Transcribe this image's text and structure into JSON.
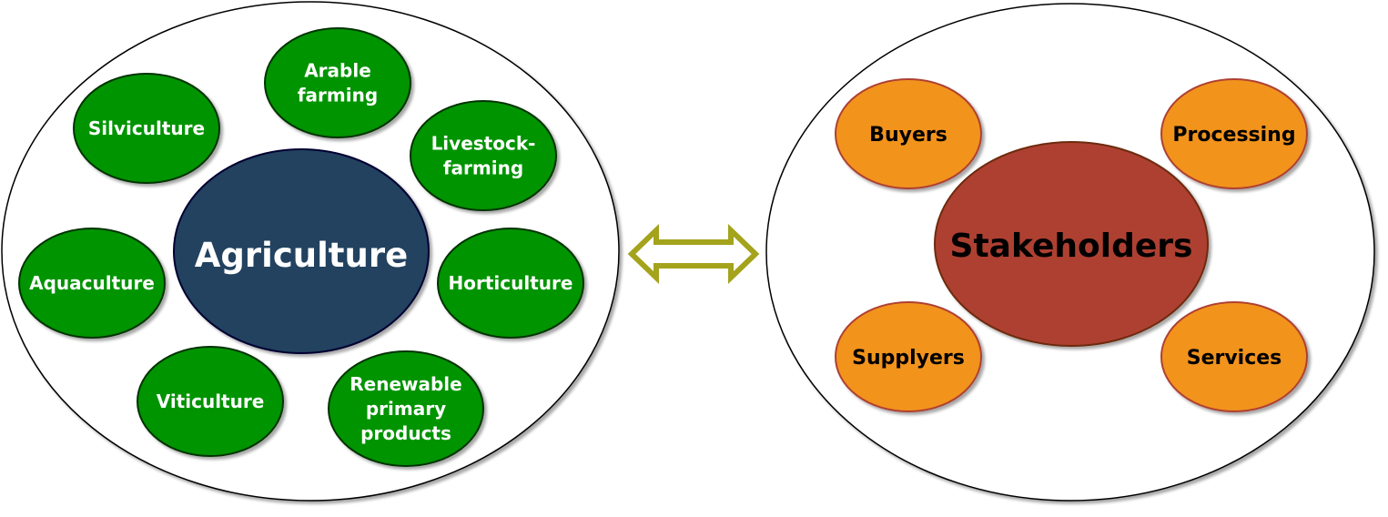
{
  "agriculture": {
    "center_label": "Agriculture",
    "sectors": [
      {
        "lines": [
          "Arable",
          "farming"
        ]
      },
      {
        "lines": [
          "Silviculture"
        ]
      },
      {
        "lines": [
          "Livestock-",
          "farming"
        ]
      },
      {
        "lines": [
          "Aquaculture"
        ]
      },
      {
        "lines": [
          "Horticulture"
        ]
      },
      {
        "lines": [
          "Viticulture"
        ]
      },
      {
        "lines": [
          "Renewable",
          "primary",
          "products"
        ]
      }
    ]
  },
  "stakeholders": {
    "center_label": "Stakeholders",
    "groups": [
      {
        "label": "Buyers"
      },
      {
        "label": "Processing"
      },
      {
        "label": "Supplyers"
      },
      {
        "label": "Services"
      }
    ]
  },
  "colors": {
    "agriculture_center": "#22425e",
    "sector_fill": "#009400",
    "stakeholder_center": "#ae4132",
    "group_fill": "#f2931e",
    "arrow": "#a4a31c"
  },
  "icons": {
    "link": "double-arrow-icon"
  }
}
